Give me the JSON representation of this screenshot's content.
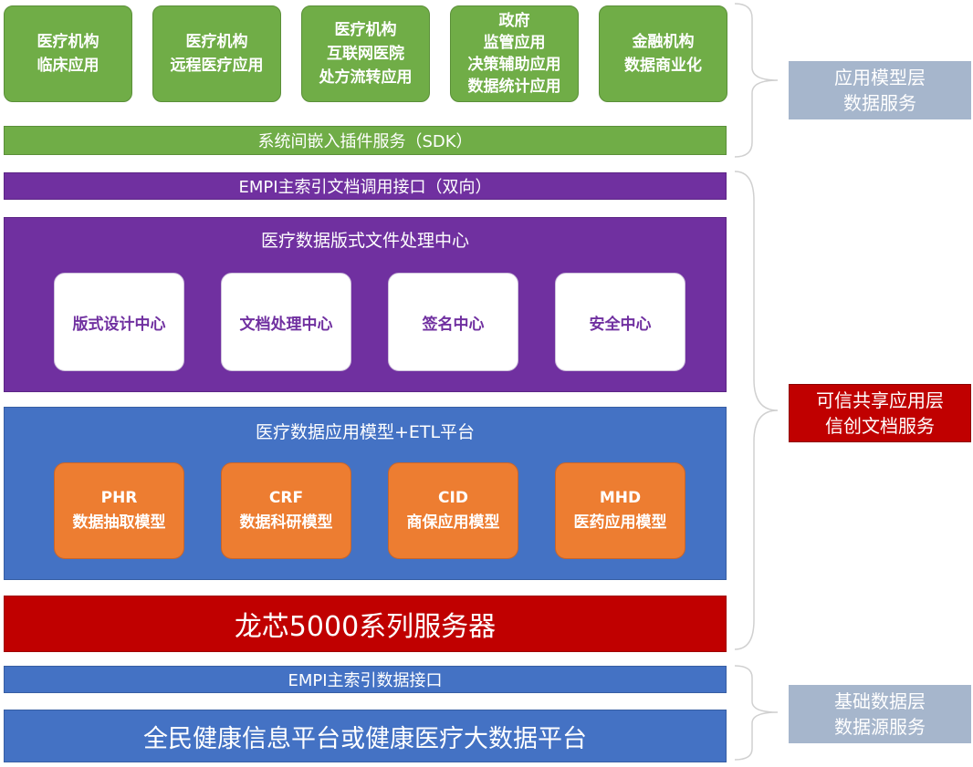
{
  "application_layer": {
    "boxes": [
      {
        "lines": [
          "医疗机构",
          "临床应用"
        ]
      },
      {
        "lines": [
          "医疗机构",
          "远程医疗应用"
        ]
      },
      {
        "lines": [
          "医疗机构",
          "互联网医院",
          "处方流转应用"
        ]
      },
      {
        "lines": [
          "政府",
          "监管应用",
          "决策辅助应用",
          "数据统计应用"
        ]
      },
      {
        "lines": [
          "金融机构",
          "数据商业化"
        ]
      }
    ],
    "sdk_bar": "系统间嵌入插件服务（SDK）"
  },
  "trusted_layer": {
    "empi_doc_bar": "EMPI主索引文档调用接口（双向）",
    "format_center": {
      "title": "医疗数据版式文件处理中心",
      "boxes": [
        "版式设计中心",
        "文档处理中心",
        "签名中心",
        "安全中心"
      ]
    },
    "etl_platform": {
      "title": "医疗数据应用模型+ETL平台",
      "boxes": [
        {
          "code": "PHR",
          "label": "数据抽取模型"
        },
        {
          "code": "CRF",
          "label": "数据科研模型"
        },
        {
          "code": "CID",
          "label": "商保应用模型"
        },
        {
          "code": "MHD",
          "label": "医药应用模型"
        }
      ]
    },
    "server_bar": "龙芯5000系列服务器"
  },
  "base_layer": {
    "empi_data_bar": "EMPI主索引数据接口",
    "platform_bar": "全民健康信息平台或健康医疗大数据平台"
  },
  "side_labels": {
    "application": [
      "应用模型层",
      "数据服务"
    ],
    "trusted": [
      "可信共享应用层",
      "信创文档服务"
    ],
    "base": [
      "基础数据层",
      "数据源服务"
    ]
  },
  "colors": {
    "green": "#70ad47",
    "purple": "#7030a0",
    "blue": "#4472c4",
    "orange": "#ed7d31",
    "red": "#c00000",
    "gray_label": "#a6b6cc"
  }
}
